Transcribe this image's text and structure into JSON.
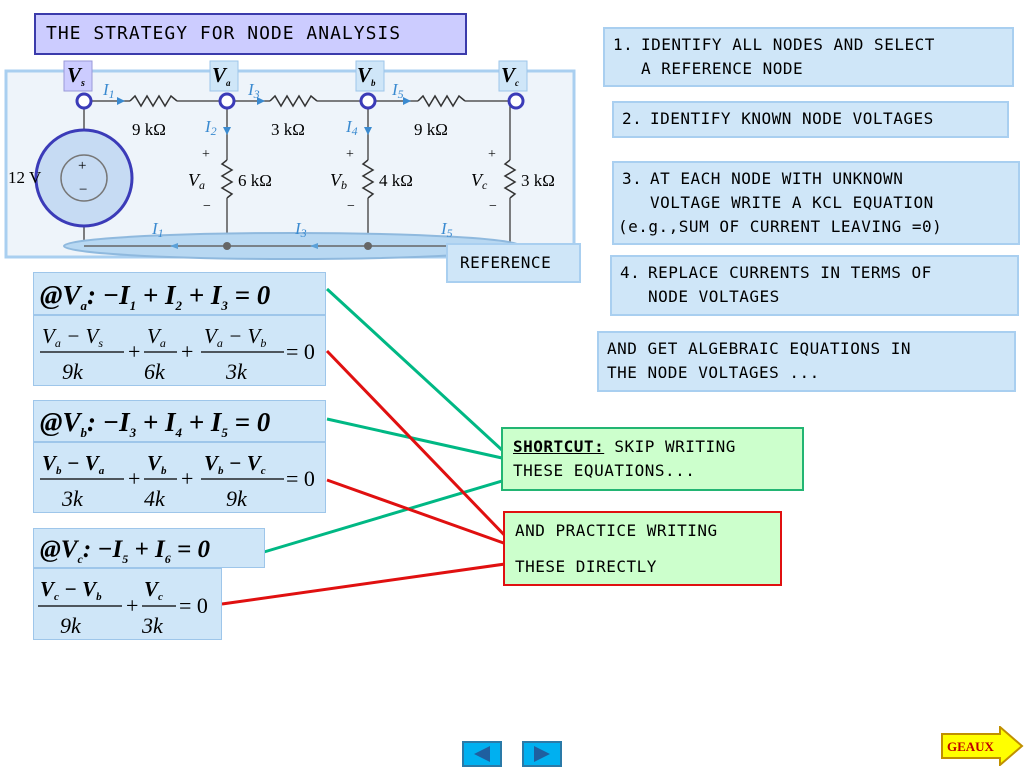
{
  "title": "THE STRATEGY FOR NODE ANALYSIS",
  "steps": [
    {
      "num": "1.",
      "line1": "IDENTIFY ALL NODES AND SELECT",
      "line2": "A REFERENCE NODE"
    },
    {
      "num": "2.",
      "line1": "IDENTIFY KNOWN NODE VOLTAGES"
    },
    {
      "num": "3.",
      "line1": "AT EACH NODE WITH UNKNOWN",
      "line2": "VOLTAGE WRITE A KCL EQUATION",
      "line3": "(e.g.,SUM OF CURRENT LEAVING =0)"
    },
    {
      "num": "4.",
      "line1": "REPLACE CURRENTS IN TERMS OF",
      "line2": "NODE VOLTAGES"
    }
  ],
  "algebraic": {
    "line1": "AND GET ALGEBRAIC EQUATIONS IN",
    "line2": "THE NODE VOLTAGES ..."
  },
  "reference_label": "REFERENCE",
  "shortcut": {
    "label": "SHORTCUT:",
    "text1": " SKIP WRITING",
    "text2": "THESE EQUATIONS..."
  },
  "practice": {
    "line1": "AND PRACTICE WRITING",
    "line2": "THESE DIRECTLY"
  },
  "circuit": {
    "node_labels": [
      "V",
      "V",
      "V",
      "V"
    ],
    "node_subs": [
      "s",
      "a",
      "b",
      "c"
    ],
    "currents": [
      "I",
      "I",
      "I",
      "I",
      "I"
    ],
    "current_subs": [
      "1",
      "3",
      "5",
      "2",
      "4"
    ],
    "bottom_currents": [
      "I",
      "I",
      "I"
    ],
    "bottom_current_subs": [
      "1",
      "3",
      "5"
    ],
    "resistors": [
      "9 kΩ",
      "3 kΩ",
      "9 kΩ",
      "6 kΩ",
      "4 kΩ",
      "3 kΩ"
    ],
    "source": "12 V",
    "vlabels": [
      "V",
      "V",
      "V"
    ],
    "vlabel_subs": [
      "a",
      "b",
      "c"
    ],
    "plus": "+",
    "minus": "−"
  },
  "equations": {
    "va_kcl": {
      "lhs": "@V",
      "sub": "a",
      "rest": [
        ":  −I",
        "1",
        " + I",
        "2",
        " + I",
        "3",
        " = 0"
      ]
    },
    "va_frac": {
      "f1_num": "V",
      "f1_num_sub1": "a",
      "f1_num_mid": " − V",
      "f1_num_sub2": "s",
      "f1_den": "9k",
      "f2_num": "V",
      "f2_num_sub": "a",
      "f2_den": "6k",
      "f3_num": "V",
      "f3_num_sub1": "a",
      "f3_num_mid": " − V",
      "f3_num_sub2": "b",
      "f3_den": "3k",
      "plus": "+",
      "eq": "= 0"
    },
    "vb_kcl": {
      "lhs": "@V",
      "sub": "b",
      "rest": [
        ":  −I",
        "3",
        " + I",
        "4",
        " + I",
        "5",
        " = 0"
      ]
    },
    "vb_frac": {
      "f1_num": "V",
      "f1_num_sub1": "b",
      "f1_num_mid": " − V",
      "f1_num_sub2": "a",
      "f1_den": "3k",
      "f2_num": "V",
      "f2_num_sub": "b",
      "f2_den": "4k",
      "f3_num": "V",
      "f3_num_sub1": "b",
      "f3_num_mid": " − V",
      "f3_num_sub2": "c",
      "f3_den": "9k",
      "plus": "+",
      "eq": "= 0"
    },
    "vc_kcl": {
      "lhs": "@V",
      "sub": "c",
      "rest": [
        ":  −I",
        "5",
        " + I",
        "6",
        " = 0"
      ]
    },
    "vc_frac": {
      "f1_num": "V",
      "f1_num_sub1": "c",
      "f1_num_mid": " − V",
      "f1_num_sub2": "b",
      "f1_den": "9k",
      "f2_num": "V",
      "f2_num_sub": "c",
      "f2_den": "3k",
      "plus": "+",
      "eq": "= 0"
    }
  },
  "nav": {
    "geaux": "GEAUX"
  },
  "icons": {
    "prev": "left-triangle-icon",
    "next": "right-triangle-icon",
    "geaux": "arrow-icon"
  },
  "colors": {
    "green_line": "#00b884",
    "red_line": "#e01010",
    "box_fill": "#cfe6f8",
    "green_box": "#ccffcc"
  }
}
